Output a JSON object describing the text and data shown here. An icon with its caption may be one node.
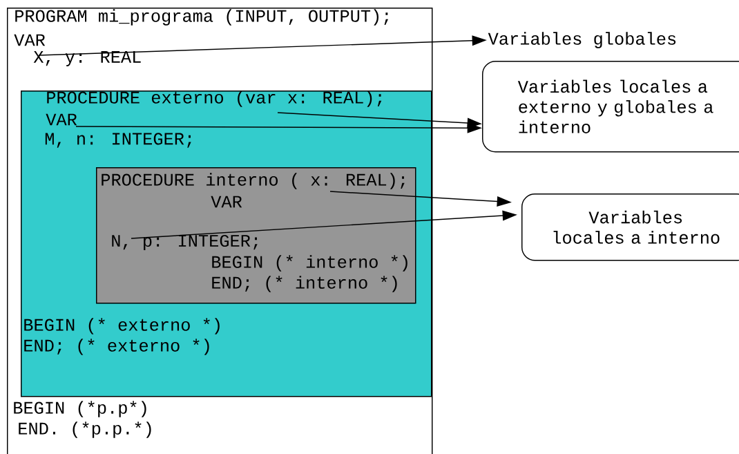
{
  "diagram": {
    "nodes": [
      {
        "text": [
          "PROGRAM mi_programa (INPUT, OUTPUT);",
          "VAR",
          "X, y: REAL",
          "BEGIN (*p.p*)",
          "END. (*p.p.*)"
        ]
      },
      {
        "text": [
          "PROCEDURE externo (var x: REAL);",
          "VAR",
          "M, n: INTEGER;",
          "BEGIN (* externo *)",
          "END; (* externo *)"
        ],
        "in": 0
      },
      {
        "text": [
          "PROCEDURE interno ( x: REAL);",
          "VAR",
          "N, p: INTEGER;",
          "BEGIN (* interno *)",
          "END; (* interno *)"
        ],
        "in": 1
      },
      {
        "text": [
          "Variables globales"
        ]
      },
      {
        "text": [
          "Variables locales a externo y globales a interno"
        ]
      },
      {
        "text": [
          "Variables locales a interno"
        ]
      }
    ],
    "edges": [
      {
        "from": 0,
        "to": 3,
        "arrow": "to"
      },
      {
        "from": 1,
        "to": 4,
        "arrow": "to"
      },
      {
        "from": 1,
        "to": 4,
        "arrow": "to"
      },
      {
        "from": 2,
        "to": 5,
        "arrow": "to"
      },
      {
        "from": 2,
        "to": 5,
        "arrow": "to"
      }
    ]
  }
}
